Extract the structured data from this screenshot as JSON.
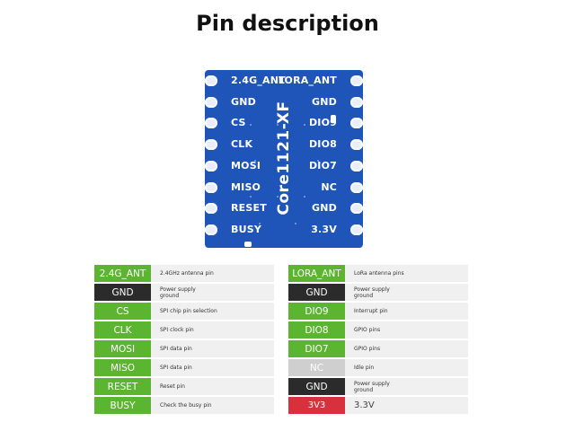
{
  "page_title": "Pin description",
  "board": {
    "chip_name": "Core1121-XF",
    "left_pins": [
      "2.4G_ANT",
      "GND",
      "CS",
      "CLK",
      "MOSI",
      "MISO",
      "RESET",
      "BUSY"
    ],
    "right_pins": [
      "LORA_ANT",
      "GND",
      "DIO9",
      "DIO8",
      "DIO7",
      "NC",
      "GND",
      "3.3V"
    ]
  },
  "colors": {
    "board": "#1f55b8",
    "green": "#5cb531",
    "black": "#2b2b2b",
    "gray": "#cfcfcf",
    "red": "#d8303c"
  },
  "table_left": [
    {
      "pin": "2.4G_ANT",
      "desc": "2.4GHz antenna pin",
      "color": "#5cb531"
    },
    {
      "pin": "GND",
      "desc": "Power supply ground",
      "color": "#2b2b2b"
    },
    {
      "pin": "CS",
      "desc": "SPI chip pin selection",
      "color": "#5cb531"
    },
    {
      "pin": "CLK",
      "desc": "SPI clock pin",
      "color": "#5cb531"
    },
    {
      "pin": "MOSI",
      "desc": "SPI data pin",
      "color": "#5cb531"
    },
    {
      "pin": "MISO",
      "desc": "SPI data pin",
      "color": "#5cb531"
    },
    {
      "pin": "RESET",
      "desc": "Reset pin",
      "color": "#5cb531"
    },
    {
      "pin": "BUSY",
      "desc": "Check the busy pin",
      "color": "#5cb531"
    }
  ],
  "table_right": [
    {
      "pin": "LORA_ANT",
      "desc": "LoRa antenna pins",
      "color": "#5cb531"
    },
    {
      "pin": "GND",
      "desc": "Power supply ground",
      "color": "#2b2b2b"
    },
    {
      "pin": "DIO9",
      "desc": "Interrupt pin",
      "color": "#5cb531"
    },
    {
      "pin": "DIO8",
      "desc": "GPIO pins",
      "color": "#5cb531"
    },
    {
      "pin": "DIO7",
      "desc": "GPIO pins",
      "color": "#5cb531"
    },
    {
      "pin": "NC",
      "desc": "Idle pin",
      "color": "#cfcfcf"
    },
    {
      "pin": "GND",
      "desc": "Power supply ground",
      "color": "#2b2b2b"
    },
    {
      "pin": "3V3",
      "desc": "3.3V",
      "color": "#d8303c"
    }
  ]
}
